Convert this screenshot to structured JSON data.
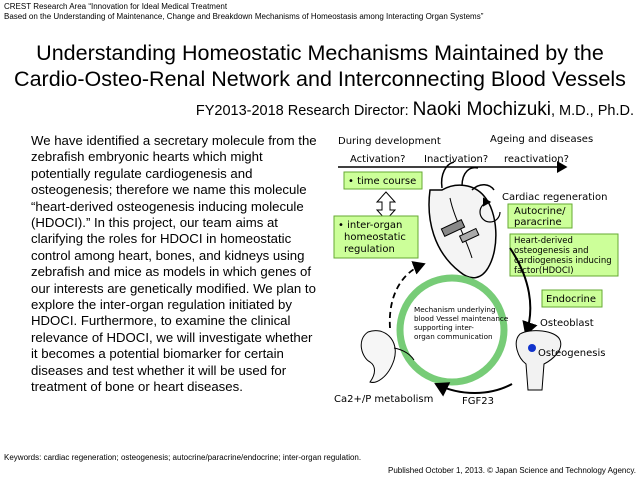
{
  "header": {
    "line1": "CREST Research Area “Innovation for Ideal Medical Treatment",
    "line2": "Based on the Understanding of Maintenance, Change and Breakdown Mechanisms of Homeostasis among Interacting Organ Systems”"
  },
  "title": {
    "line1": "Understanding Homeostatic Mechanisms Maintained by the",
    "line2": "Cardio-Osteo-Renal Network and Interconnecting Blood Vessels"
  },
  "director": {
    "prefix": "FY2013-2018 Research Director: ",
    "name": "Naoki Mochizuki",
    "suffix": ", M.D., Ph.D."
  },
  "body_text": "We have identified a secretary molecule from the zebrafish embryonic hearts which might potentially regulate cardiogenesis and osteogenesis; therefore we name this molecule “heart-derived osteogenesis inducing molecule (HDOCI).” In this project, our team aims at clarifying the roles for HDOCI in homeostatic control among heart, bones, and kidneys using zebrafish and mice as models in which genes of our interests are genetically modified.  We plan to explore the inter-organ regulation initiated by HDOCI. Furthermore, to examine the clinical relevance of HDOCI, we will investigate whether it becomes a potential biomarker for certain diseases and test whether it will be used for treatment of bone or heart diseases.",
  "figure": {
    "during_development": "During development",
    "ageing": "Ageing and diseases",
    "activation": "Activation?",
    "inactivation": "Inactivation?",
    "reactivation": "reactivation?",
    "time_course": "• time course",
    "cardiac_regeneration": "Cardiac regeneration",
    "autocrine_line1": "Autocrine/",
    "autocrine_line2": "paracrine",
    "interorgan_line1": "• inter-organ",
    "interorgan_line2": "homeostatic",
    "interorgan_line3": "regulation",
    "heart_derived_line1": "Heart-derived",
    "heart_derived_line2": "osteogenesis and",
    "heart_derived_line3": "cardiogenesis inducing",
    "heart_derived_line4": "factor(HDOCI)",
    "endocrine": "Endocrine",
    "mechanism_line1": "Mechanism underlying",
    "mechanism_line2": "blood Vessel maintenance",
    "mechanism_line3": "supporting inter-",
    "mechanism_line4": "organ communication",
    "osteoblast": "Osteoblast",
    "osteogenesis": "Osteogenesis",
    "ca_metabolism": "Ca2+/P metabolism",
    "fgf23": "FGF23"
  },
  "keywords": "Keywords: cardiac regeneration; osteogenesis; autocrine/paracrine/endocrine; inter-organ regulation.",
  "published": "Published October 1, 2013. © Japan Science and Technology Agency.",
  "colors": {
    "green_box": "#ccff99",
    "green_box_border": "#66aa33",
    "circle_green": "#77cc77",
    "heart_fill": "#f4f4f4",
    "kidney_fill": "#f6f6f6",
    "osteoblast_blue": "#1133cc"
  }
}
